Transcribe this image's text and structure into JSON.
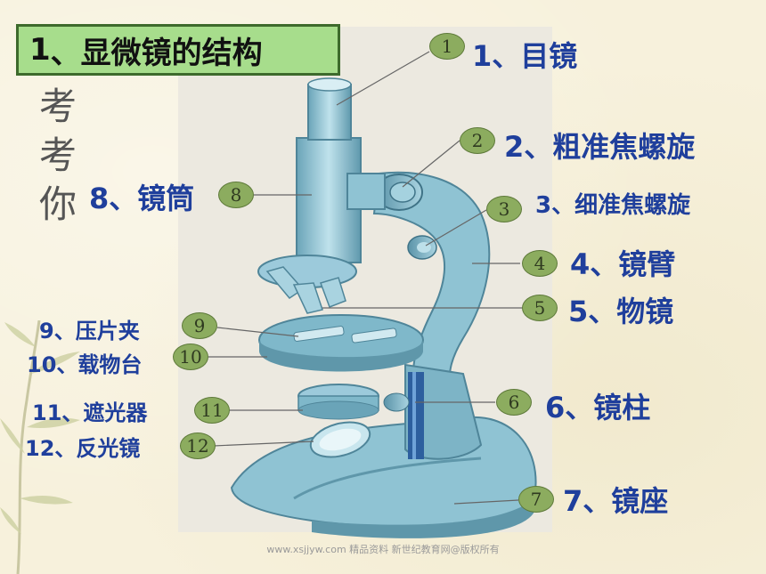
{
  "title": {
    "number": "1",
    "text": "、显微镜的结构"
  },
  "side_text": [
    "考",
    "考",
    "你"
  ],
  "parts": [
    {
      "id": "1",
      "label": "1、目镜"
    },
    {
      "id": "2",
      "label": "2、粗准焦螺旋"
    },
    {
      "id": "3",
      "label": "3、细准焦螺旋"
    },
    {
      "id": "4",
      "label": "4、镜臂"
    },
    {
      "id": "5",
      "label": "5、物镜"
    },
    {
      "id": "6",
      "label": "6、镜柱"
    },
    {
      "id": "7",
      "label": "7、镜座"
    },
    {
      "id": "8",
      "label": "8、镜筒"
    },
    {
      "id": "9",
      "label": "9、压片夹"
    },
    {
      "id": "10",
      "label": "10、载物台"
    },
    {
      "id": "11",
      "label": "11、遮光器"
    },
    {
      "id": "12",
      "label": "12、反光镜"
    }
  ],
  "footer": "www.xsjjyw.com  精品资料 新世纪教育网@版权所有",
  "colors": {
    "label": "#1f3f9c",
    "badge": "#8cac5f",
    "title_bg": "#a7dd8c",
    "microscope": "#8fc3d3"
  }
}
